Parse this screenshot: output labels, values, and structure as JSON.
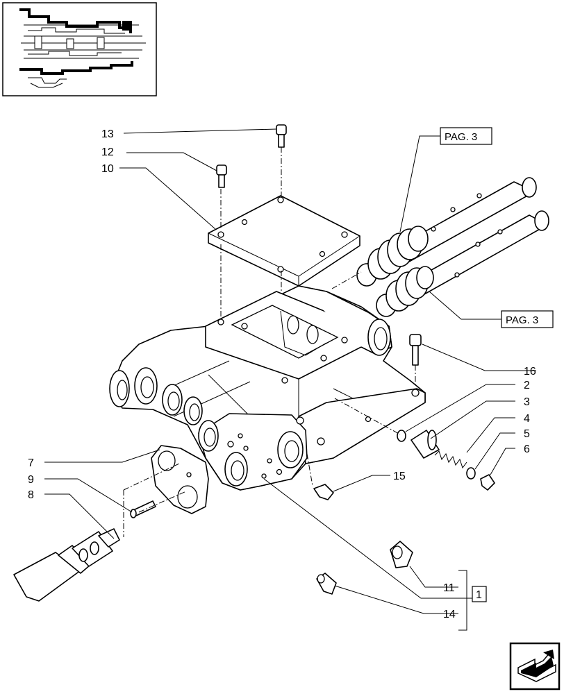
{
  "callouts": {
    "c1": "1",
    "c2": "2",
    "c3": "3",
    "c4": "4",
    "c5": "5",
    "c6": "6",
    "c7": "7",
    "c8": "8",
    "c9": "9",
    "c10": "10",
    "c11": "11",
    "c12": "12",
    "c13": "13",
    "c14": "14",
    "c15": "15",
    "c16": "16"
  },
  "references": {
    "pag_top": "PAG. 3",
    "pag_bottom": "PAG. 3"
  },
  "icons": {
    "thumbnail": "transmission-section-thumbnail",
    "navigation": "next-page-arrow-icon"
  }
}
